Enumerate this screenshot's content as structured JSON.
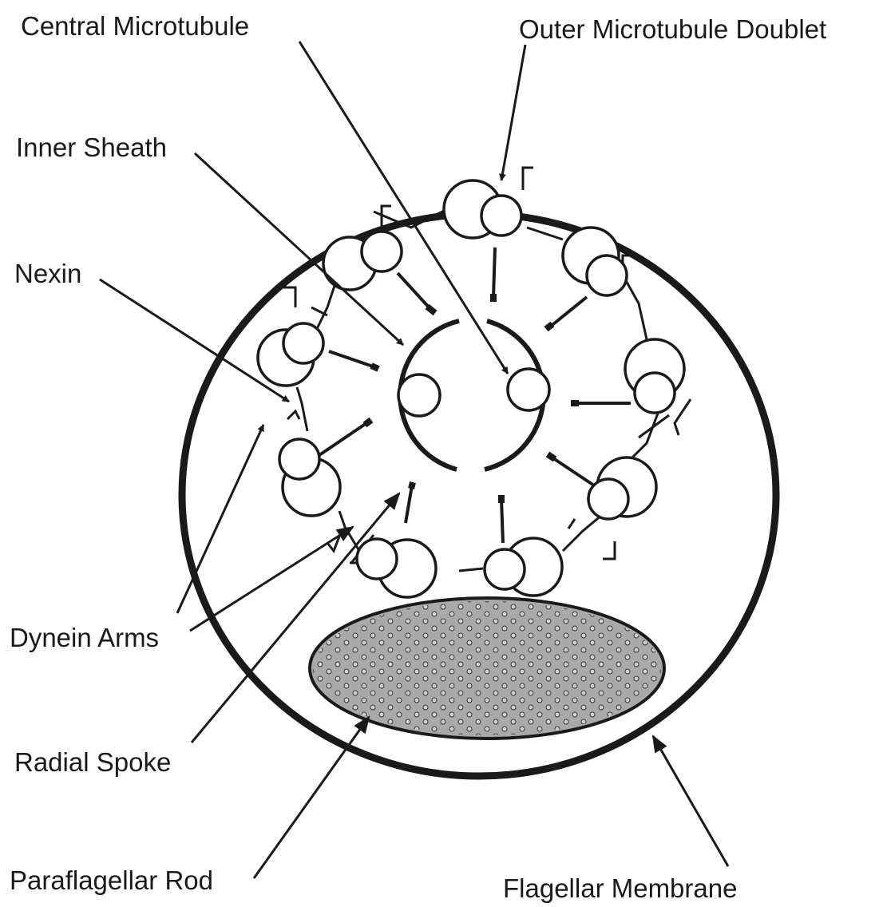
{
  "labels": {
    "central_microtubule": "Central Microtubule",
    "outer_microtubule_doublet": "Outer Microtubule Doublet",
    "inner_sheath": "Inner Sheath",
    "nexin": "Nexin",
    "dynein_arms": "Dynein Arms",
    "radial_spoke": "Radial Spoke",
    "paraflagellar_rod": "Paraflagellar Rod",
    "flagellar_membrane": "Flagellar Membrane"
  },
  "colors": {
    "ink": "#1a1a1a",
    "rod_fill": "#a9a9a9",
    "background": "#ffffff"
  }
}
